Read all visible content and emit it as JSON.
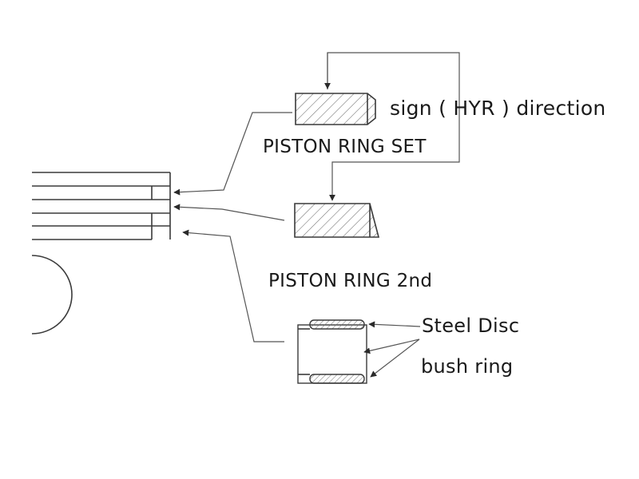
{
  "labels": {
    "sign_direction": "sign ( HYR ) direction",
    "piston_ring_set": "PISTON RING SET",
    "piston_ring_2nd": "PISTON RING 2nd",
    "steel_disc": "Steel Disc",
    "bush_ring": "bush ring"
  },
  "colors": {
    "line": "#3a3a3a",
    "hatch": "#6e6e6e",
    "background": "#ffffff"
  }
}
